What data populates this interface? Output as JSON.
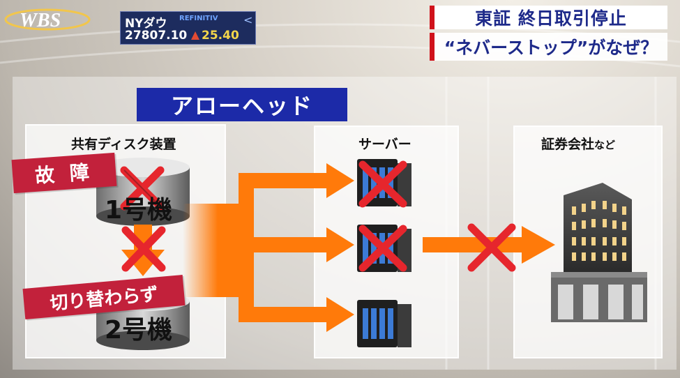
{
  "logo": {
    "text": "WBS"
  },
  "ticker": {
    "name": "NYダウ",
    "source": "REFINITIV",
    "value": "27807.10",
    "change": "25.40",
    "direction_icon": "triangle-up-icon"
  },
  "headline": {
    "line1": "東証 終日取引停止",
    "line2": "“ネバーストップ”がなぜ？"
  },
  "diagram": {
    "banner": "アローヘッド",
    "left_box_title": "共有ディスク装置",
    "fault_label": "故 障",
    "disk1": "1号機",
    "switch_fail_label": "切り替わらず",
    "disk2": "2号機",
    "server_box_title": "サーバー",
    "client_box_title_main": "証券会社",
    "client_box_title_suffix": "など"
  },
  "colors": {
    "arrow": "#ff7a0a",
    "cross": "#e6262d",
    "banner": "#1c2aa8",
    "label": "#c2213b",
    "accent": "#d0121b"
  }
}
